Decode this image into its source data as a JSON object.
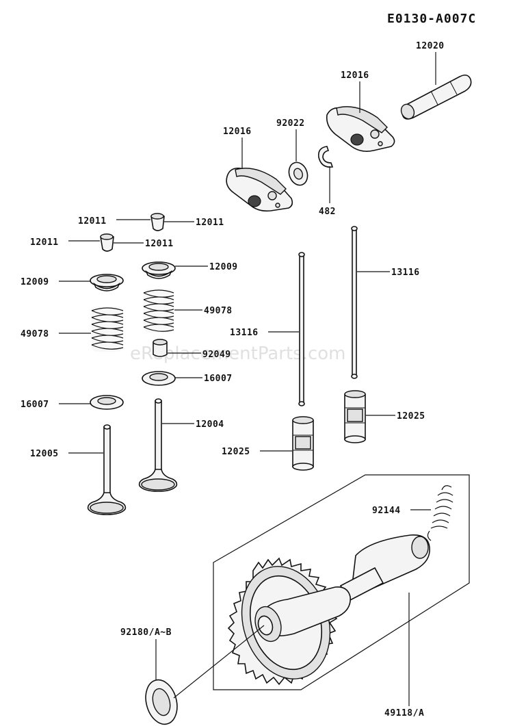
{
  "diagram_code": "E0130-A007C",
  "watermark": "eReplacementParts.com",
  "labels": {
    "p12020": "12020",
    "p12016a": "12016",
    "p12016b": "12016",
    "p92022": "92022",
    "p482": "482",
    "p12011a": "12011",
    "p12011b": "12011",
    "p12011c": "12011",
    "p12011d": "12011",
    "p12009a": "12009",
    "p12009b": "12009",
    "p49078a": "49078",
    "p49078b": "49078",
    "p92049": "92049",
    "p16007a": "16007",
    "p16007b": "16007",
    "p12004": "12004",
    "p12005": "12005",
    "p13116a": "13116",
    "p13116b": "13116",
    "p12025a": "12025",
    "p12025b": "12025",
    "p92144": "92144",
    "p92180": "92180/A~B",
    "p49118": "49118/A"
  }
}
